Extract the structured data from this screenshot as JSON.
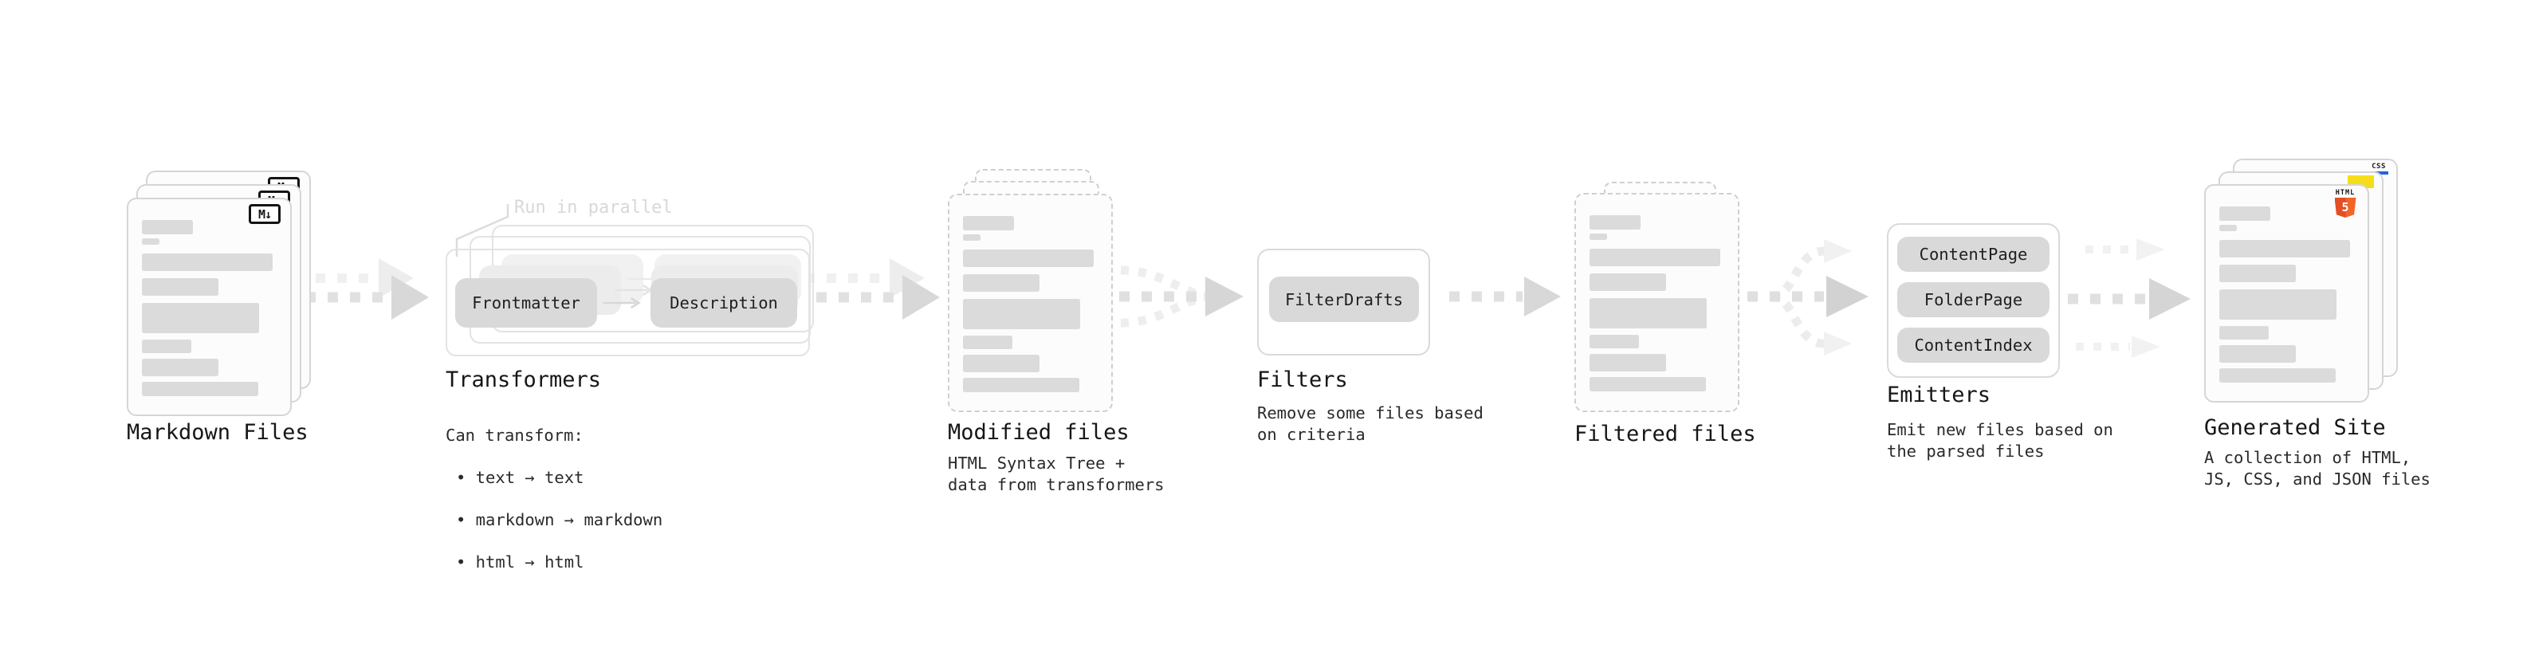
{
  "stages": {
    "markdown": {
      "title": "Markdown Files",
      "badge": "M↓"
    },
    "transformers": {
      "title": "Transformers",
      "note": "Run in parallel",
      "box1": "Frontmatter",
      "box2": "Description",
      "desc_heading": "Can transform:",
      "bullets": [
        "• text → text",
        "• markdown → markdown",
        "• html → html"
      ]
    },
    "modified": {
      "title": "Modified files",
      "desc": "HTML Syntax Tree +\ndata from transformers"
    },
    "filters": {
      "title": "Filters",
      "box1": "FilterDrafts",
      "desc": "Remove some files based\non criteria"
    },
    "filtered": {
      "title": "Filtered files"
    },
    "emitters": {
      "title": "Emitters",
      "box1": "ContentPage",
      "box2": "FolderPage",
      "box3": "ContentIndex",
      "desc": "Emit new files based on\nthe parsed files"
    },
    "generated": {
      "title": "Generated Site",
      "desc": "A collection of HTML,\nJS, CSS, and JSON files",
      "badge_css": "CSS",
      "badge_html": "HTML",
      "badge_html_num": "5"
    }
  },
  "colors": {
    "text": "#161616",
    "muted_note": "#d8d8d8",
    "card_border": "#d5d5d5",
    "dashed_border": "#cfcfcf",
    "content_bar": "#dbdbdb",
    "gray_box": "#d9d9d9",
    "arrow_main": "#d8d8d8",
    "arrow_ghost": "#eeeeee",
    "html5_orange": "#e44d26",
    "js_yellow": "#f5de19",
    "css_blue": "#2760e2"
  }
}
